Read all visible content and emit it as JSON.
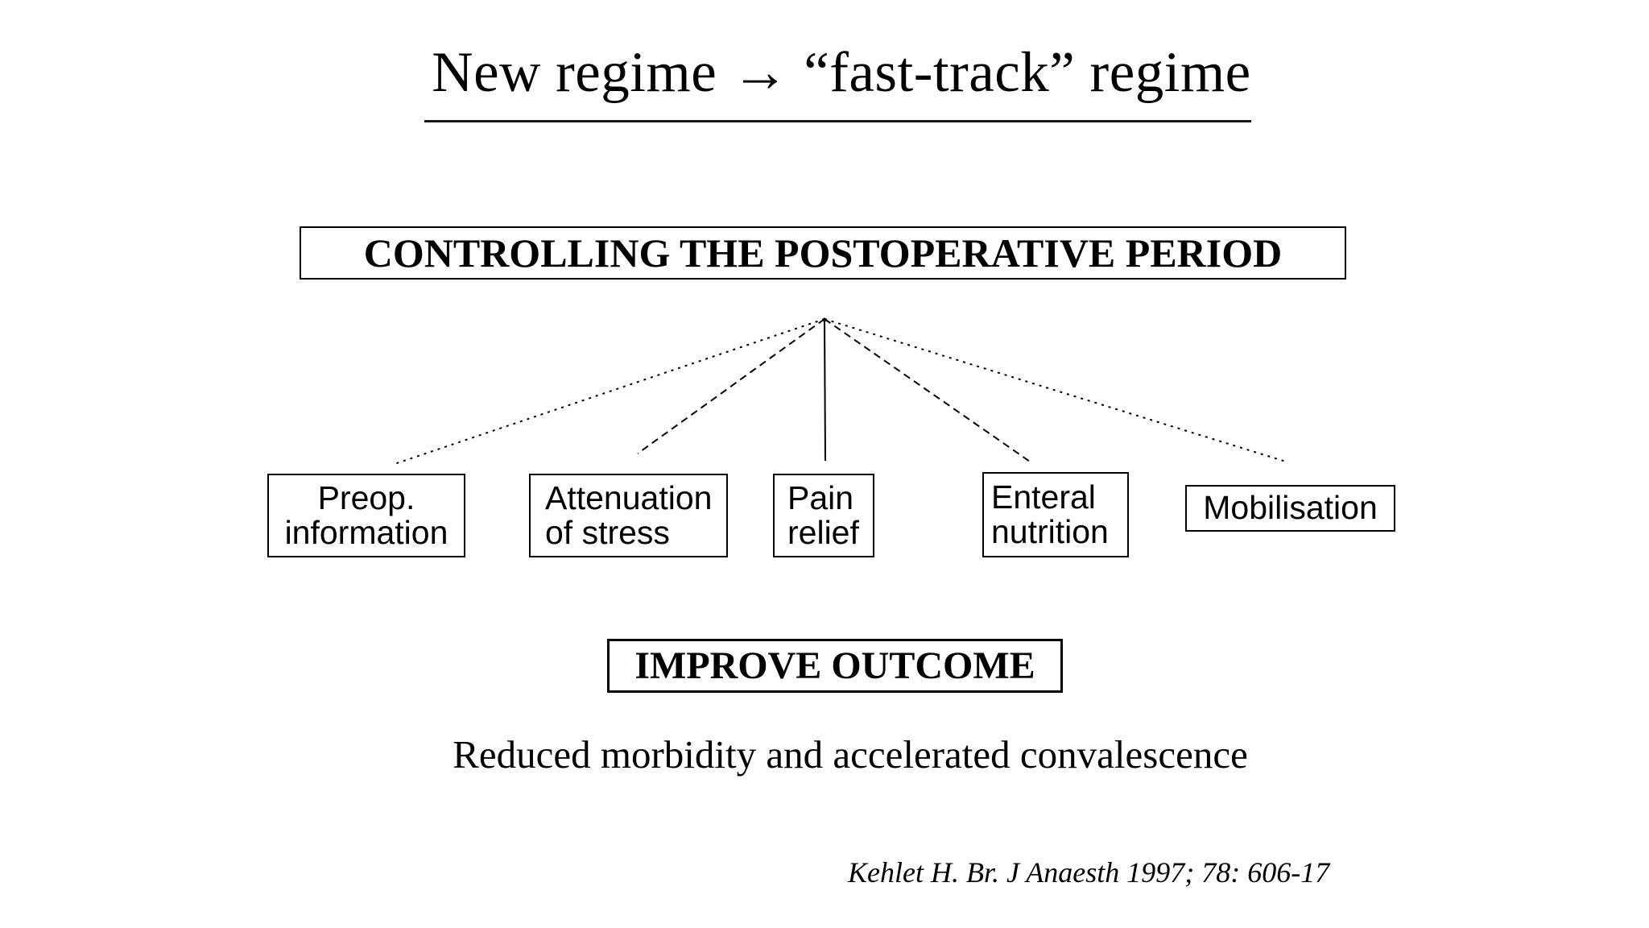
{
  "slide": {
    "title": "New regime → “fast-track” regime",
    "heading_box": {
      "label": "CONTROLLING THE POSTOPERATIVE PERIOD"
    },
    "factors": [
      {
        "label": "Preop.\ninformation"
      },
      {
        "label": "Attenuation\nof stress"
      },
      {
        "label": "Pain\nrelief"
      },
      {
        "label": "Enteral\nnutrition"
      },
      {
        "label": "Mobilisation"
      }
    ],
    "outcome_box": {
      "label": "IMPROVE OUTCOME"
    },
    "subtitle": "Reduced morbidity and accelerated convalescence",
    "citation": "Kehlet H. Br. J Anaesth 1997; 78: 606-17",
    "colors": {
      "background": "#ffffff",
      "text": "#000000",
      "line": "#000000"
    }
  }
}
